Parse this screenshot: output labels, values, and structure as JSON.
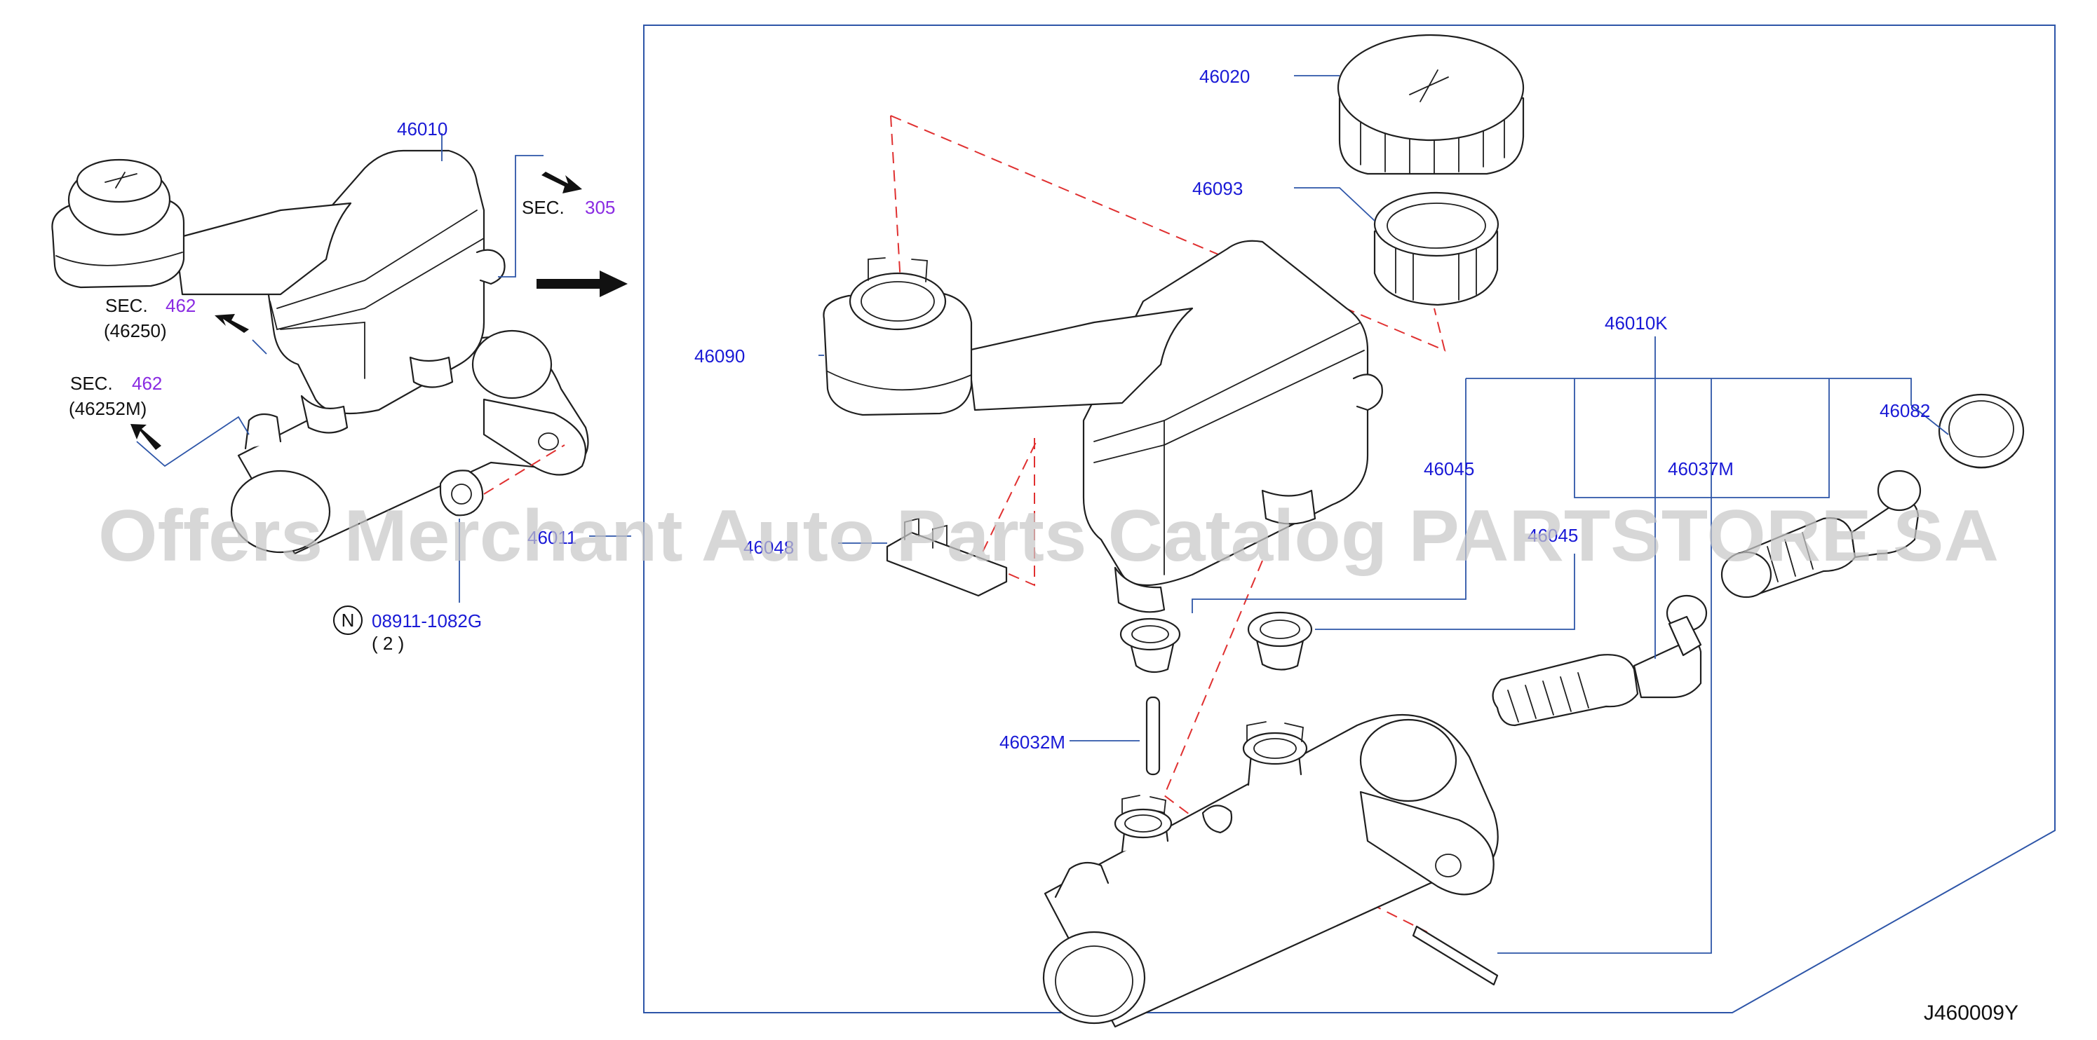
{
  "left_assembly": {
    "part_46010": "46010",
    "sec_305_prefix": "SEC.",
    "sec_305_number": "305",
    "sec_462a_prefix": "SEC.",
    "sec_462a_number": "462",
    "sec_462a_ref": "(46250)",
    "sec_462b_prefix": "SEC.",
    "sec_462b_number": "462",
    "sec_462b_ref": "(46252M)",
    "part_46011": "46011",
    "nut_symbol": "N",
    "nut_part": "08911-1082G",
    "nut_qty": "( 2 )"
  },
  "exploded_view": {
    "part_46020": "46020",
    "part_46093": "46093",
    "part_46090": "46090",
    "part_46010K": "46010K",
    "part_46082": "46082",
    "part_46045_a": "46045",
    "part_46037M": "46037M",
    "part_46048": "46048",
    "part_46045_b": "46045",
    "part_46032M": "46032M"
  },
  "diagram_code": "J460009Y",
  "watermark": "Offers Merchant Auto Parts Catalog PARTSTORE.SA"
}
